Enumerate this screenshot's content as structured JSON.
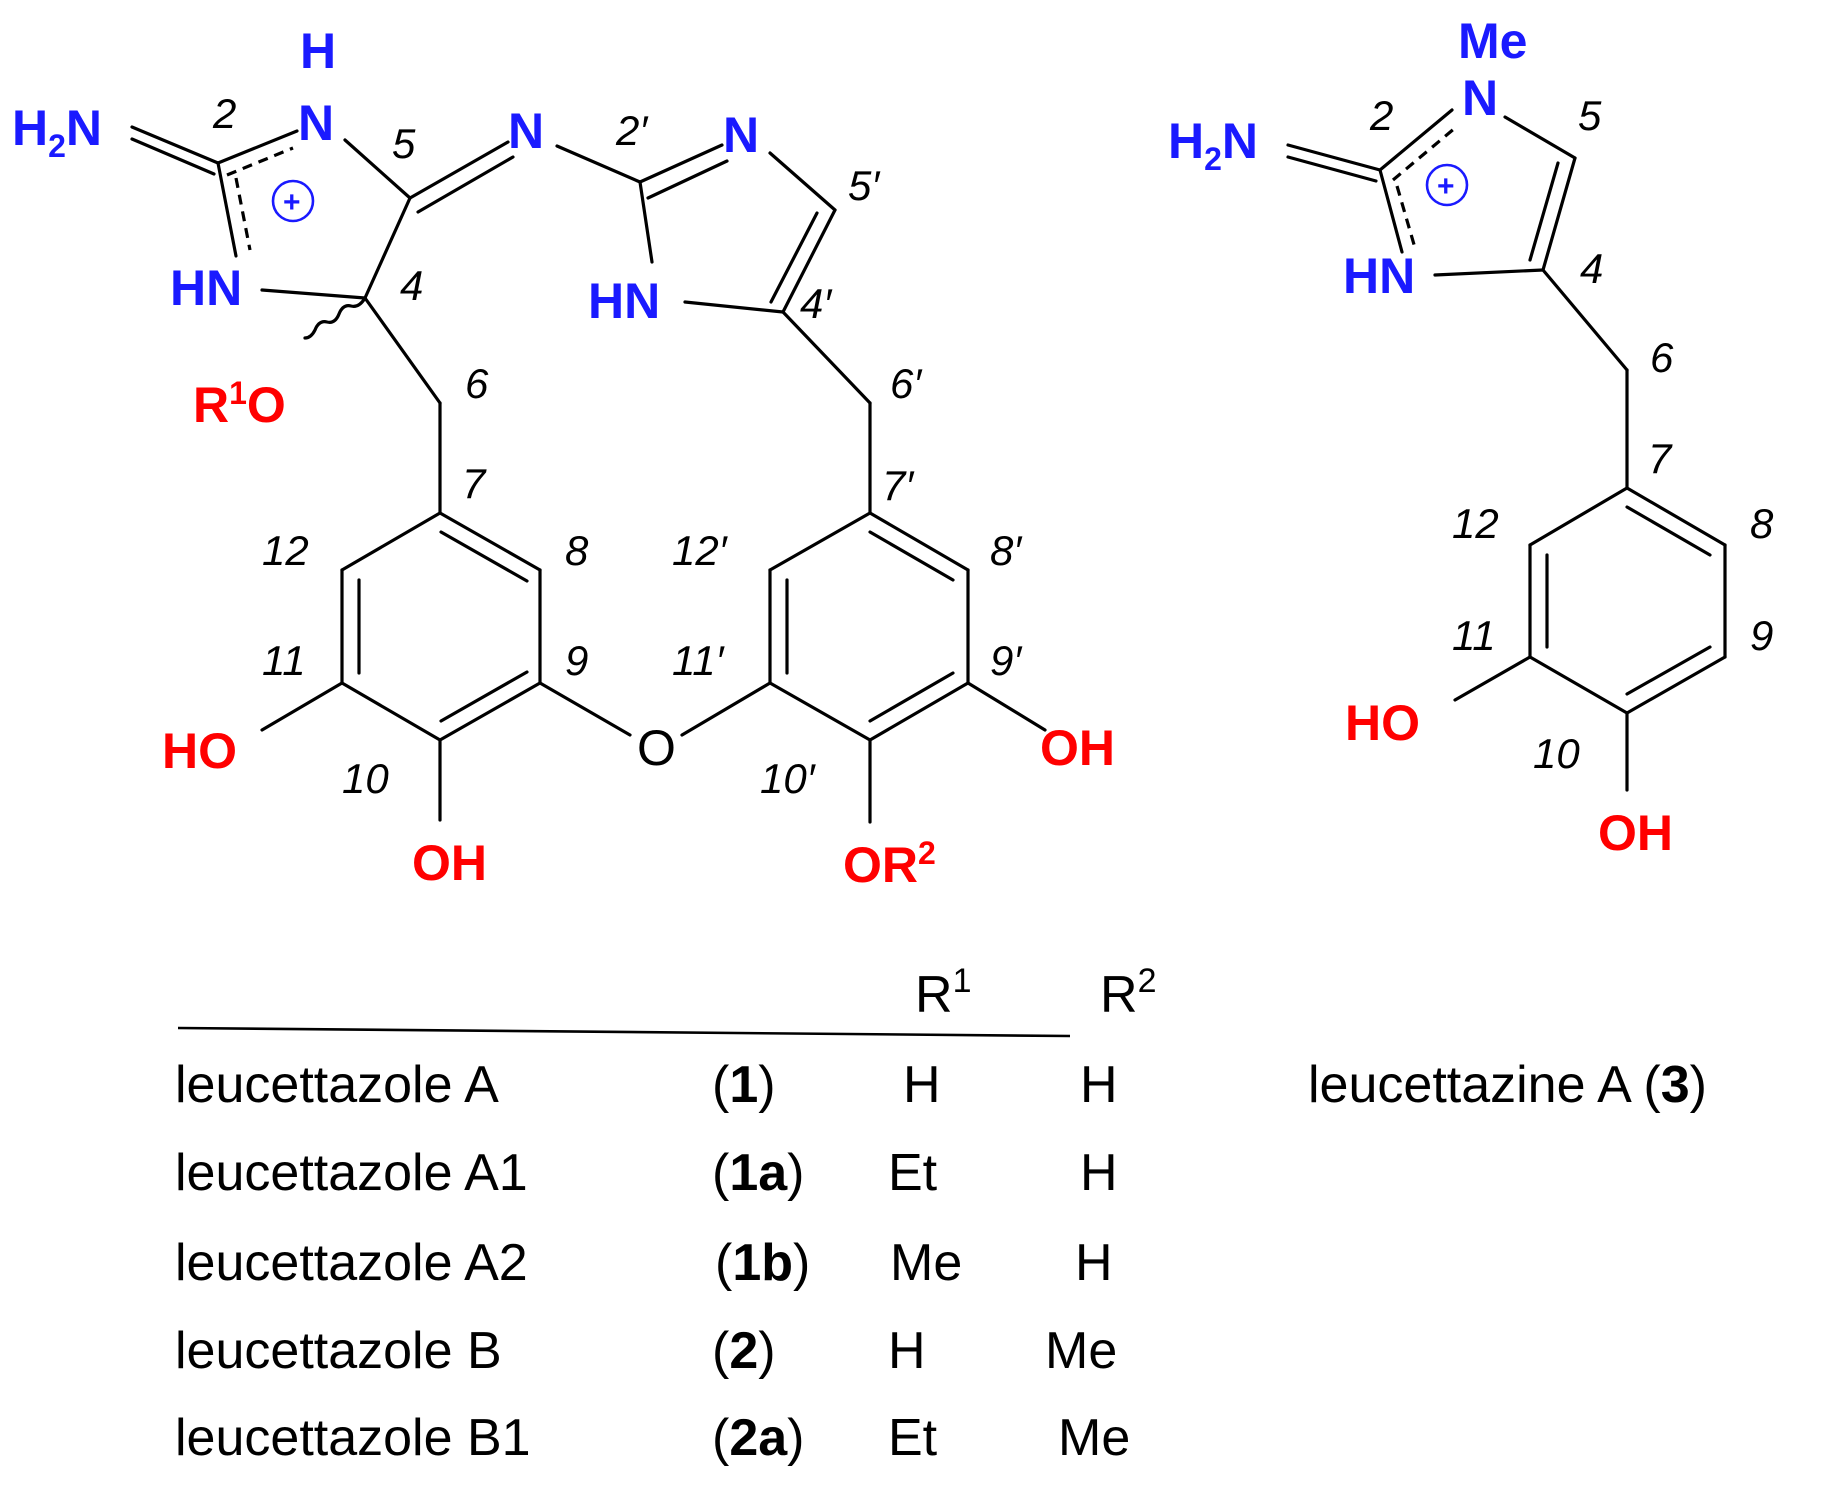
{
  "structure_left": {
    "atoms": {
      "n_amino": "H",
      "n_amino_sub": "2",
      "n_amino_tail": "N",
      "nh_top_h": "H",
      "nh_top_n": "N",
      "hn_left": "HN",
      "n_bridge": "N",
      "n_imid": "N",
      "hn_imid": "HN",
      "r1o_r": "R",
      "r1o_sup": "1",
      "r1o_o": "O",
      "ho_left": "HO",
      "oh_bottom": "OH",
      "o_ether": "O",
      "oh_right": "OH",
      "or2_or": "OR",
      "or2_sup": "2",
      "charge": "+"
    },
    "numbers": {
      "n2": "2",
      "n5": "5",
      "n2p": "2′",
      "n5p": "5′",
      "n4": "4",
      "n4p": "4′",
      "n6": "6",
      "n6p": "6′",
      "n7": "7",
      "n7p": "7′",
      "n12": "12",
      "n8": "8",
      "n12p": "12′",
      "n8p": "8′",
      "n11": "11",
      "n9": "9",
      "n11p": "11′",
      "n9p": "9′",
      "n10": "10",
      "n10p": "10′"
    }
  },
  "structure_right": {
    "atoms": {
      "me": "Me",
      "n_me": "N",
      "n_amino": "H",
      "n_amino_sub": "2",
      "n_amino_tail": "N",
      "hn": "HN",
      "ho": "HO",
      "oh": "OH",
      "charge": "+"
    },
    "numbers": {
      "n2": "2",
      "n5": "5",
      "n4": "4",
      "n6": "6",
      "n7": "7",
      "n12": "12",
      "n8": "8",
      "n11": "11",
      "n9": "9",
      "n10": "10"
    }
  },
  "table": {
    "header": {
      "r1_r": "R",
      "r1_sup": "1",
      "r2_r": "R",
      "r2_sup": "2"
    },
    "rows": [
      {
        "name": "leucettazole A",
        "id": "1",
        "r1": "H",
        "r2": "H"
      },
      {
        "name": "leucettazole A1",
        "id": "1a",
        "r1": "Et",
        "r2": "H"
      },
      {
        "name": "leucettazole A2",
        "id": "1b",
        "r1": "Me",
        "r2": "H"
      },
      {
        "name": "leucettazole B",
        "id": "2",
        "r1": "H",
        "r2": "Me"
      },
      {
        "name": "leucettazole B1",
        "id": "2a",
        "r1": "Et",
        "r2": "Me"
      }
    ],
    "right_label": {
      "name": "leucettazine A",
      "id": "3"
    }
  },
  "colors": {
    "nitrogen": "#1a1aff",
    "oxygen": "#ff0000",
    "bond": "#000000"
  }
}
